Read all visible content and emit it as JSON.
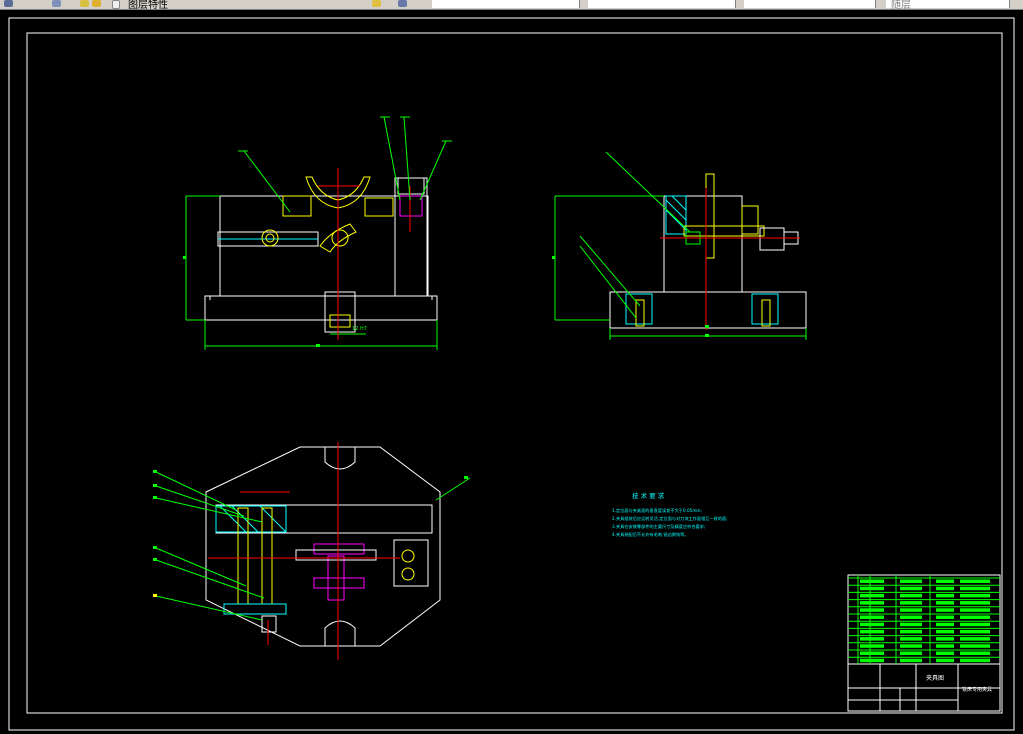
{
  "toolbar": {
    "layer_combo": "图层特性",
    "combo_1": "",
    "combo_2": "",
    "combo_3": "",
    "combo_4": "随层"
  },
  "drawing": {
    "tech_requirements_title": "技 术 要 求",
    "tech_requirements": [
      "1.定位面与夹紧面的垂直度误差不大于0.05mm;",
      "2.夹具组装后应运转灵活,定位面与对刀块工作面相互一致的面;",
      "3.夹具在安装零部件的主要尺寸及精度应符合要求;",
      "4.夹具装配后不允许有毛刺,锐边倒钝等。"
    ],
    "title_block_name": "夹具图",
    "title_block_part": "铣床专用夹具",
    "dim_label_small": "12 H7"
  },
  "colors": {
    "frame": "#ffffff",
    "outline": "#ffffff",
    "leader": "#00ff00",
    "center": "#ff0000",
    "hatch": "#00ffff",
    "magenta": "#ff00ff",
    "yellow": "#ffff00",
    "text_cyan": "#00ffff"
  }
}
